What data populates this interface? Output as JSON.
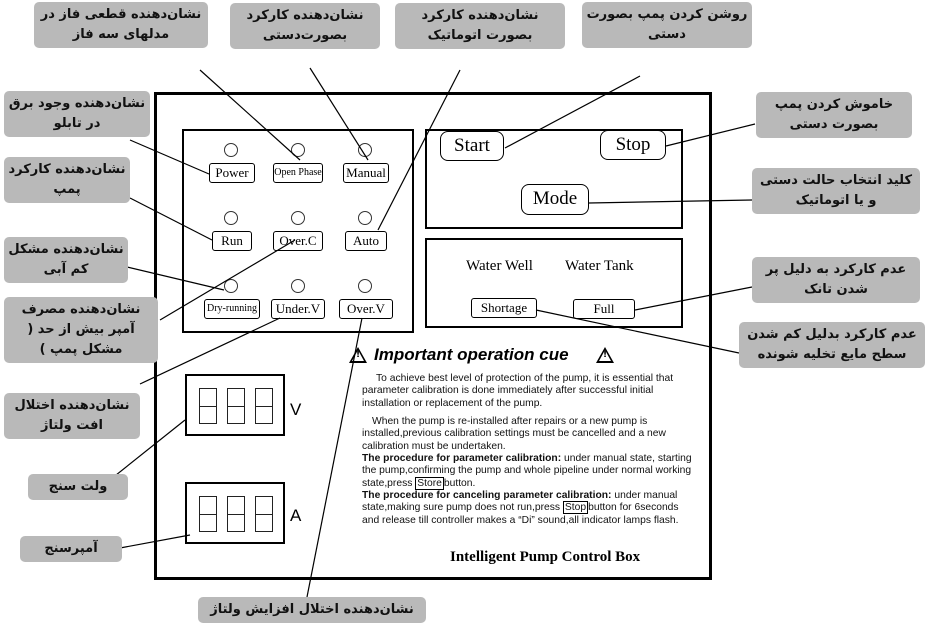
{
  "panel": {
    "indicators": [
      {
        "key": "power",
        "label": "Power"
      },
      {
        "key": "open_phase",
        "label": "Open Phase"
      },
      {
        "key": "manual",
        "label": "Manual"
      },
      {
        "key": "run",
        "label": "Run"
      },
      {
        "key": "over_c",
        "label": "Over.C"
      },
      {
        "key": "auto",
        "label": "Auto"
      },
      {
        "key": "dry_running",
        "label": "Dry-running"
      },
      {
        "key": "under_v",
        "label": "Under.V"
      },
      {
        "key": "over_v",
        "label": "Over.V"
      }
    ],
    "buttons": {
      "start": "Start",
      "stop": "Stop",
      "mode": "Mode"
    },
    "level": {
      "water_well": "Water Well",
      "water_tank": "Water Tank",
      "shortage": "Shortage",
      "full": "Full"
    },
    "meters": {
      "volt_unit": "V",
      "amp_unit": "A"
    },
    "cue": {
      "title": "Important operation cue",
      "warn_symbol": "!",
      "p1": "To achieve best level of protection of the pump, it is essential that parameter calibration is done immediately after successful initial installation or replacement of the pump.",
      "p2": "When the pump is re-installed after repairs or a new pump is installed,previous calibration settings must be cancelled and a new calibration must be undertaken.",
      "p3_head": "The procedure for parameter calibration:",
      "p3_body": "under manual state, starting the pump,confirming the pump and whole pipeline under normal working state,press",
      "p3_key": "Store",
      "p3_tail": "button.",
      "p4_head": "The procedure for canceling parameter calibration:",
      "p4_body": "under manual state,making sure pump does not run,press",
      "p4_key": "Stop",
      "p4_tail": "button for 6seconds and release till controller makes a “Di” sound,all indicator lamps flash."
    },
    "brand": "Intelligent Pump Control Box"
  },
  "callouts": {
    "phase_loss": "نشان‌دهنده قطعی فاز در مدلهای سه فاز",
    "manual_mode": "نشان‌دهنده کارکرد بصورت‌دستی",
    "auto_mode": "نشان‌دهنده کارکرد بصورت اتوماتیک",
    "start_manual": "روشن کردن پمپ بصورت دستی",
    "stop_manual": "خاموش کردن پمپ بصورت دستی",
    "mode_key": "کلید انتخاب حالت دستی و یا اتوماتیک",
    "tank_full": "عدم کارکرد به دلیل پر شدن تانک",
    "shortage": "عدم کارکرد بدلیل کم شدن سطح مایع تخلیه شونده",
    "power": "نشان‌دهنده وجود برق در تابلو",
    "run": "نشان‌دهنده کارکرد پمپ",
    "dry_running": "نشان‌دهنده مشکل کم آبی",
    "over_current": "نشان‌دهنده مصرف آمپر بیش از حد ( مشکل پمپ )",
    "under_voltage": "نشان‌دهنده اختلال افت ولتاژ",
    "voltmeter": "ولت سنج",
    "ammeter": "آمپرسنج",
    "over_voltage": "نشان‌دهنده اختلال افزایش ولتاژ"
  }
}
